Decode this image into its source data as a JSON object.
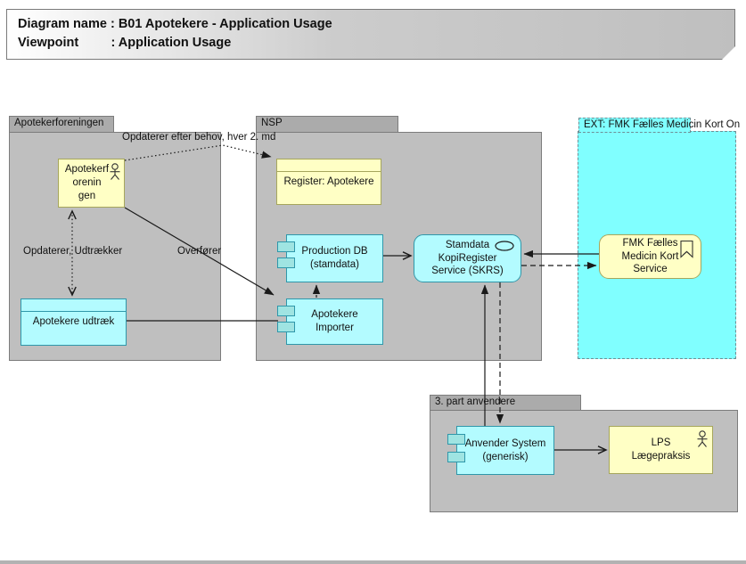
{
  "title_note": {
    "line1": "Diagram name : B01 Apotekere - Application Usage",
    "line2": "Viewpoint         : Application Usage"
  },
  "groups": {
    "apotekerforeningen": "Apotekerforeningen",
    "nsp": "NSP",
    "ext_fmk": "EXT: FMK Fælles Medicin Kort On",
    "third_party": "3. part anvendere"
  },
  "nodes": {
    "apotekerforeningen_actor": "Apotekerforenin\ngen",
    "apotekere_udtraek": "Apotekere udtræk",
    "register_apotekere": "Register: Apotekere",
    "production_db": "Production DB\n(stamdata)",
    "apotekere_importer": "Apotekere\nImporter",
    "skrs": "Stamdata\nKopiRegister\nService (SKRS)",
    "fmk_service": "FMK Fælles\nMedicin Kort\nService",
    "anvender_system": "Anvender System\n(generisk)",
    "lps": "LPS\nLægepraksis"
  },
  "connector_labels": {
    "update_schedule": "Opdaterer efter behov, hver 2. md",
    "opdaterer_udtraekker": "Opdaterer, Udtrækker",
    "overfoerer": "Overfører"
  },
  "icons": {
    "actor": "actor-icon",
    "service_oval": "service-oval-icon",
    "bookmark": "bookmark-chevron-icon"
  },
  "colors": {
    "group_fill": "#bfbfbf",
    "group_tab_fill": "#ababab",
    "group_border": "#7c7c7c",
    "yellow_fill": "#ffffc5",
    "yellow_border": "#a6a65c",
    "cyan_fill": "#b3fbff",
    "cyan_border": "#2f97aa",
    "ext_group_fill": "#80ffff",
    "line_color": "#1a1a1a"
  }
}
